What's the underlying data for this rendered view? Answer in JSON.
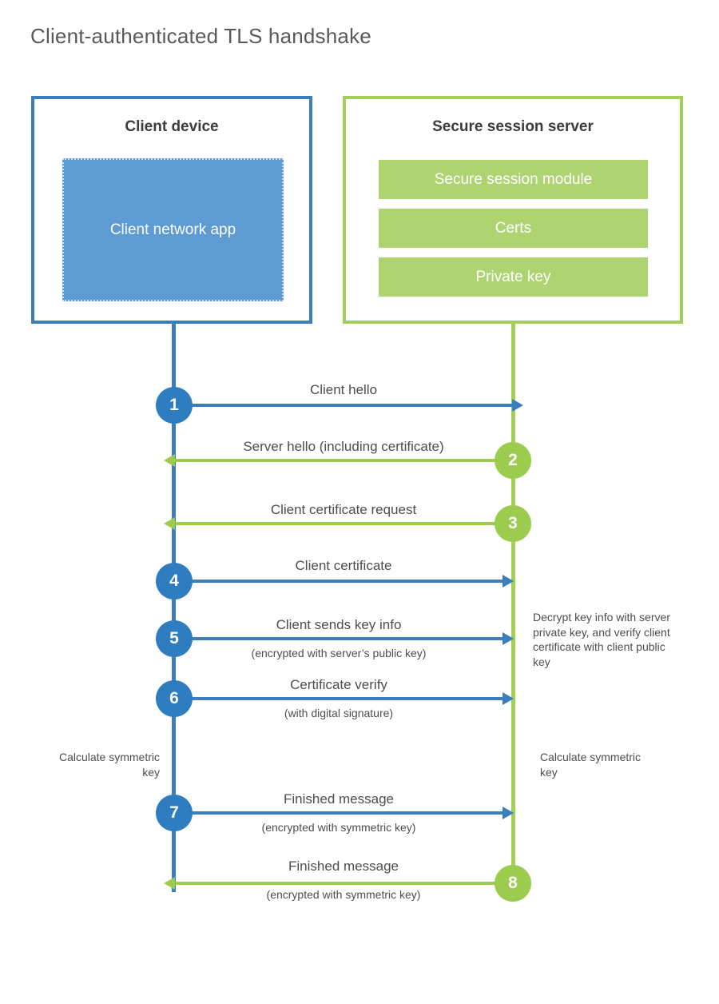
{
  "diagram": {
    "title": "Client-authenticated TLS handshake",
    "colors": {
      "client_blue": "#3b7dbf",
      "client_app_fill": "#5e9bd3",
      "server_green": "#a2cf55",
      "server_bar_fill": "#aed472",
      "arrow_green": "#9ccc4e",
      "circle_blue": "#2e7dc0",
      "text": "#4d4d4d"
    }
  },
  "client": {
    "title": "Client device",
    "app_label": "Client network app"
  },
  "server": {
    "title": "Secure session server",
    "modules": [
      {
        "label": "Secure session module"
      },
      {
        "label": "Certs"
      },
      {
        "label": "Private key"
      }
    ]
  },
  "steps": [
    {
      "number": "1",
      "label": "Client hello",
      "sublabel": "",
      "direction": "client-to-server",
      "color": "blue"
    },
    {
      "number": "2",
      "label": "Server hello (including certificate)",
      "sublabel": "",
      "direction": "server-to-client",
      "color": "green"
    },
    {
      "number": "3",
      "label": "Client certificate request",
      "sublabel": "",
      "direction": "server-to-client",
      "color": "green"
    },
    {
      "number": "4",
      "label": "Client certificate",
      "sublabel": "",
      "direction": "client-to-server",
      "color": "blue"
    },
    {
      "number": "5",
      "label": "Client sends key info",
      "sublabel": "(encrypted with server’s public key)",
      "direction": "client-to-server",
      "color": "blue"
    },
    {
      "number": "6",
      "label": "Certificate verify",
      "sublabel": "(with digital signature)",
      "direction": "client-to-server",
      "color": "blue"
    },
    {
      "number": "7",
      "label": "Finished message",
      "sublabel": "(encrypted with symmetric key)",
      "direction": "client-to-server",
      "color": "blue"
    },
    {
      "number": "8",
      "label": "Finished message",
      "sublabel": "(encrypted with symmetric key)",
      "direction": "server-to-client",
      "color": "green"
    }
  ],
  "notes": {
    "server_decrypt": "Decrypt key info with server private key, and verify client certificate with client public key",
    "client_calculate": "Calculate symmetric key",
    "server_calculate": "Calculate symmetric key"
  }
}
